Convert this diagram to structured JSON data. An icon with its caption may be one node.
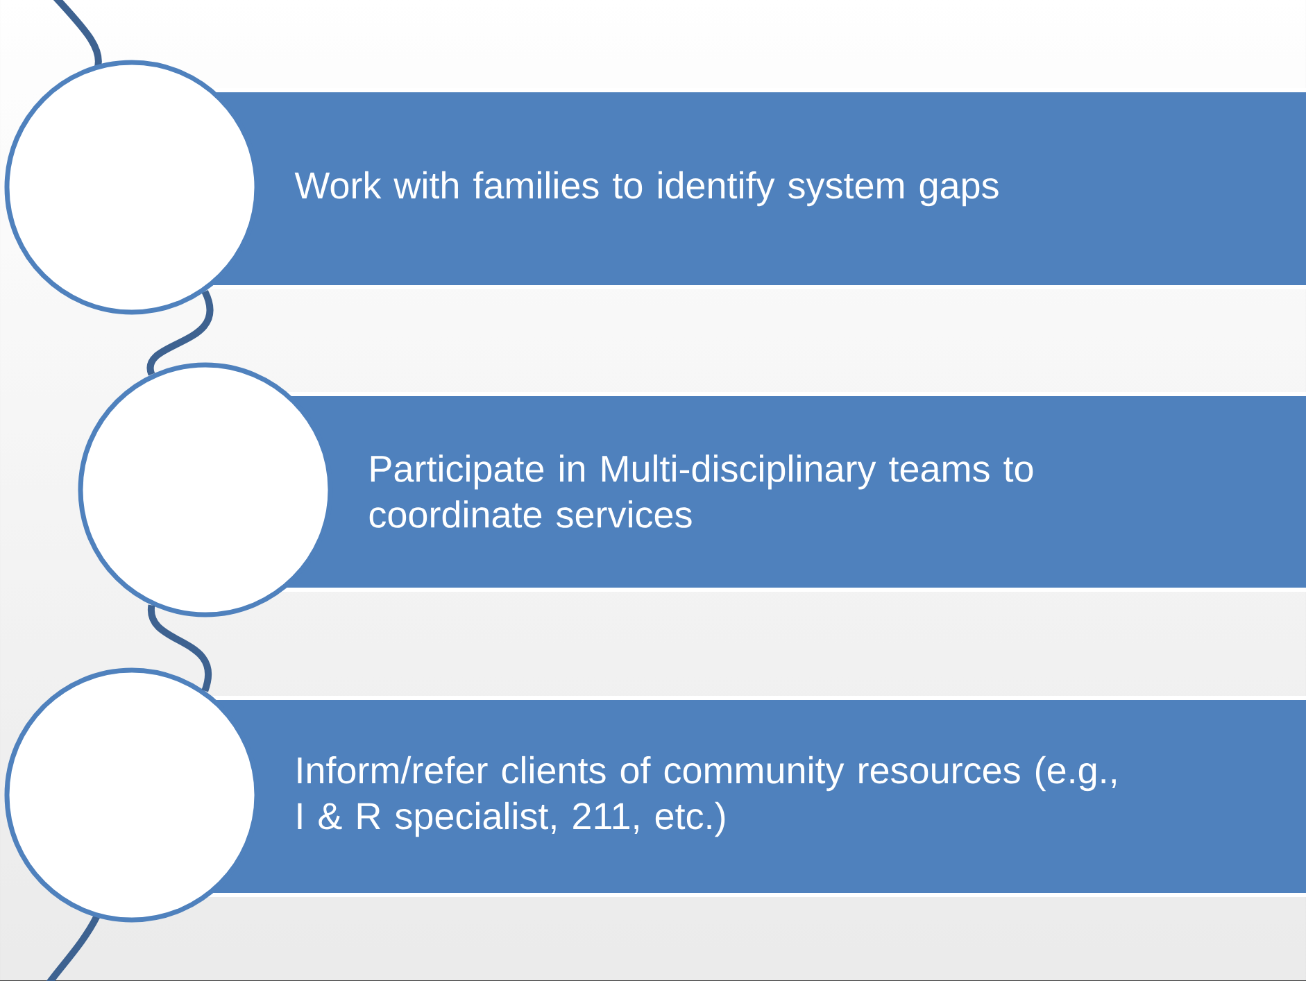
{
  "diagram": {
    "nodes": [
      {
        "text": [],
        "shape": "circle"
      },
      {
        "text": [
          "Work with families to identify system gaps"
        ]
      },
      {
        "text": [],
        "shape": "circle"
      },
      {
        "text": [
          "Participate in Multi-disciplinary teams to coordinate services"
        ]
      },
      {
        "text": [],
        "shape": "circle"
      },
      {
        "text": [
          "Inform/refer clients of community resources (e.g., I & R specialist, 211, etc.)"
        ]
      }
    ],
    "edges": [
      {
        "from": 0,
        "to": 2,
        "arrow": "none"
      },
      {
        "from": 2,
        "to": 4,
        "arrow": "none"
      }
    ]
  }
}
